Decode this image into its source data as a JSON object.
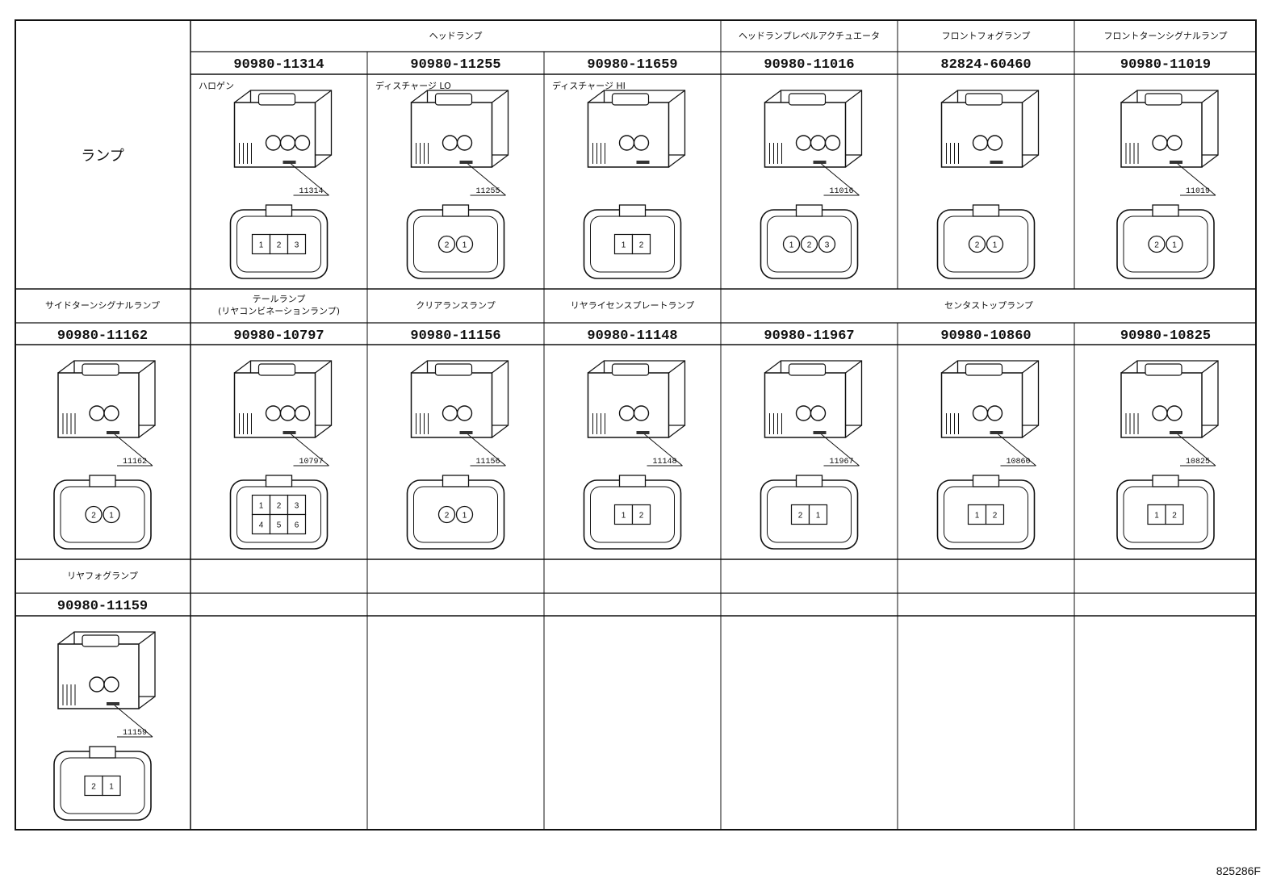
{
  "section_label": "ランプ",
  "figure_code": "825286F",
  "rows": [
    {
      "merged_headers": [
        {
          "label": "ヘッドランプ",
          "span": [
            1,
            3
          ]
        },
        {
          "label": "ヘッドランプレベルアクチュエータ",
          "span": [
            4,
            4
          ]
        },
        {
          "label": "フロントフォグランプ",
          "span": [
            5,
            5
          ]
        },
        {
          "label": "フロントターンシグナルランプ",
          "span": [
            6,
            6
          ]
        }
      ],
      "cells": [
        {
          "col": 1,
          "part_number": "90980-11314",
          "variant": "ハロゲン",
          "callout": "11314",
          "pins": [
            "1",
            "2",
            "3"
          ],
          "kind": "three"
        },
        {
          "col": 2,
          "part_number": "90980-11255",
          "variant": "ディスチャージ LO",
          "callout": "11255",
          "pins": [
            "2",
            "1"
          ],
          "kind": "round2"
        },
        {
          "col": 3,
          "part_number": "90980-11659",
          "variant": "ディスチャージ HI",
          "callout": "",
          "pins": [
            "1",
            "2"
          ],
          "kind": "oval2"
        },
        {
          "col": 4,
          "part_number": "90980-11016",
          "variant": "",
          "callout": "11016",
          "pins": [
            "1",
            "2",
            "3"
          ],
          "kind": "tri3"
        },
        {
          "col": 5,
          "part_number": "82824-60460",
          "variant": "",
          "callout": "",
          "pins": [
            "2",
            "1"
          ],
          "kind": "circ2"
        },
        {
          "col": 6,
          "part_number": "90980-11019",
          "variant": "",
          "callout": "11019",
          "pins": [
            "2",
            "1"
          ],
          "kind": "circ2small"
        }
      ]
    },
    {
      "merged_headers": [
        {
          "label": "サイドターンシグナルランプ",
          "span": [
            0,
            0
          ]
        },
        {
          "label": "テールランプ",
          "label2": "(リヤコンビネーションランプ)",
          "span": [
            1,
            1
          ]
        },
        {
          "label": "クリアランスランプ",
          "span": [
            2,
            2
          ]
        },
        {
          "label": "リヤライセンスプレートランプ",
          "span": [
            3,
            3
          ]
        },
        {
          "label": "センタストップランプ",
          "span": [
            4,
            6
          ]
        }
      ],
      "cells": [
        {
          "col": 0,
          "part_number": "90980-11162",
          "variant": "",
          "callout": "11162",
          "pins": [
            "2",
            "1"
          ],
          "kind": "circ2"
        },
        {
          "col": 1,
          "part_number": "90980-10797",
          "variant": "",
          "callout": "10797",
          "pins": [
            "1",
            "2",
            "3",
            "4",
            "5",
            "6"
          ],
          "kind": "six"
        },
        {
          "col": 2,
          "part_number": "90980-11156",
          "variant": "",
          "callout": "11156",
          "pins": [
            "2",
            "1"
          ],
          "kind": "round2"
        },
        {
          "col": 3,
          "part_number": "90980-11148",
          "variant": "",
          "callout": "11148",
          "pins": [
            "1",
            "2"
          ],
          "kind": "flat2"
        },
        {
          "col": 4,
          "part_number": "90980-11967",
          "variant": "",
          "callout": "11967",
          "pins": [
            "2",
            "1"
          ],
          "kind": "side2"
        },
        {
          "col": 5,
          "part_number": "90980-10860",
          "variant": "",
          "callout": "10860",
          "pins": [
            "1",
            "2"
          ],
          "kind": "box2"
        },
        {
          "col": 6,
          "part_number": "90980-10825",
          "variant": "",
          "callout": "10825",
          "pins": [
            "1",
            "2"
          ],
          "kind": "box2"
        }
      ]
    },
    {
      "merged_headers": [
        {
          "label": "リヤフォグランプ",
          "span": [
            0,
            0
          ]
        }
      ],
      "cells": [
        {
          "col": 0,
          "part_number": "90980-11159",
          "variant": "",
          "callout": "11159",
          "pins": [
            "2",
            "1"
          ],
          "kind": "sq2"
        }
      ]
    }
  ]
}
